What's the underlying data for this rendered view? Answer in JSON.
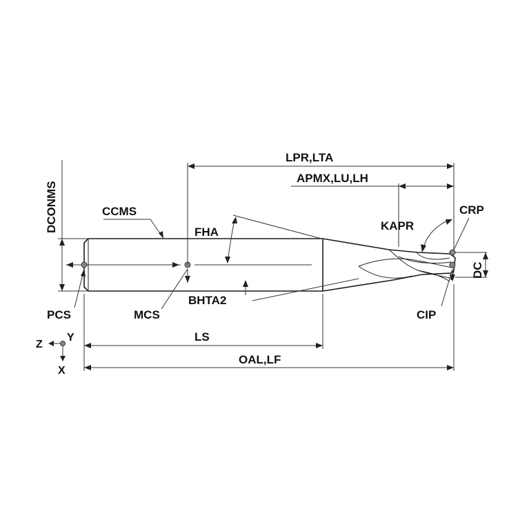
{
  "labels": {
    "lpr_lta": "LPR,LTA",
    "apmx_lu_lh": "APMX,LU,LH",
    "crp": "CRP",
    "kapr": "KAPR",
    "ccms": "CCMS",
    "fha": "FHA",
    "dconms": "DCONMS",
    "dc": "DC",
    "pcs": "PCS",
    "mcs": "MCS",
    "bhta2": "BHTA2",
    "cip": "CIP",
    "ls": "LS",
    "oal_lf": "OAL,LF",
    "axis_z": "Z",
    "axis_y": "Y",
    "axis_x": "X"
  }
}
